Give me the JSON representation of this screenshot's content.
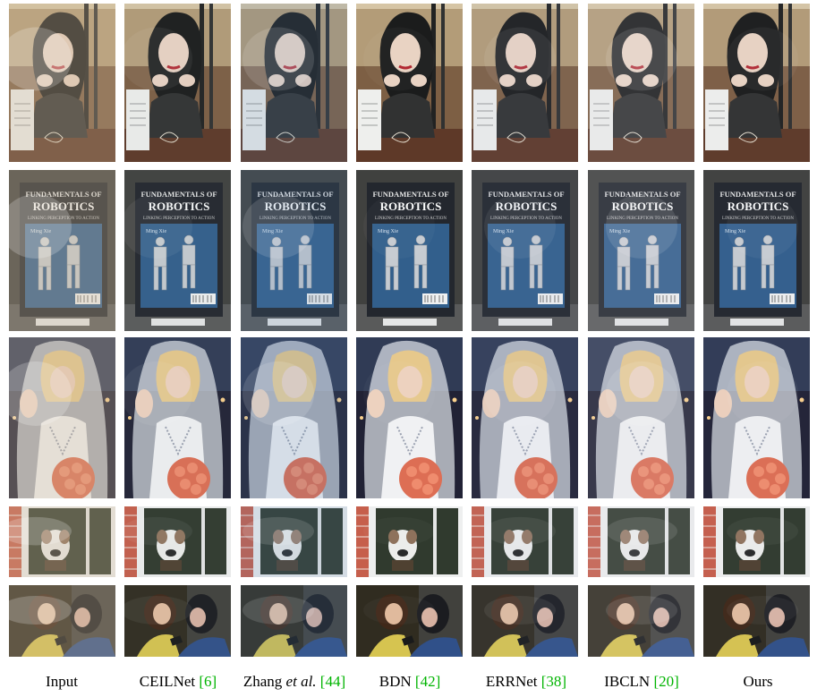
{
  "figure": {
    "rows": [
      "woman-window",
      "robotics-book",
      "bride",
      "dog-window",
      "two-women"
    ],
    "book_cover": {
      "title_line1": "FUNDAMENTALS OF",
      "title_line2": "ROBOTICS",
      "subtitle": "LINKING PERCEPTION TO ACTION",
      "author": "Ming Xie"
    },
    "columns": [
      {
        "name": "Input",
        "italic": "",
        "after": "",
        "cite": ""
      },
      {
        "name": "CEILNet ",
        "italic": "",
        "after": "",
        "cite": "[6]"
      },
      {
        "name": "Zhang ",
        "italic": "et al.",
        "after": " ",
        "cite": "[44]"
      },
      {
        "name": "BDN ",
        "italic": "",
        "after": "",
        "cite": "[42]"
      },
      {
        "name": "ERRNet ",
        "italic": "",
        "after": "",
        "cite": "[38]"
      },
      {
        "name": "IBCLN ",
        "italic": "",
        "after": "",
        "cite": "[20]"
      },
      {
        "name": "Ours",
        "italic": "",
        "after": "",
        "cite": ""
      }
    ],
    "colors": {
      "citation": "#00b400"
    }
  }
}
